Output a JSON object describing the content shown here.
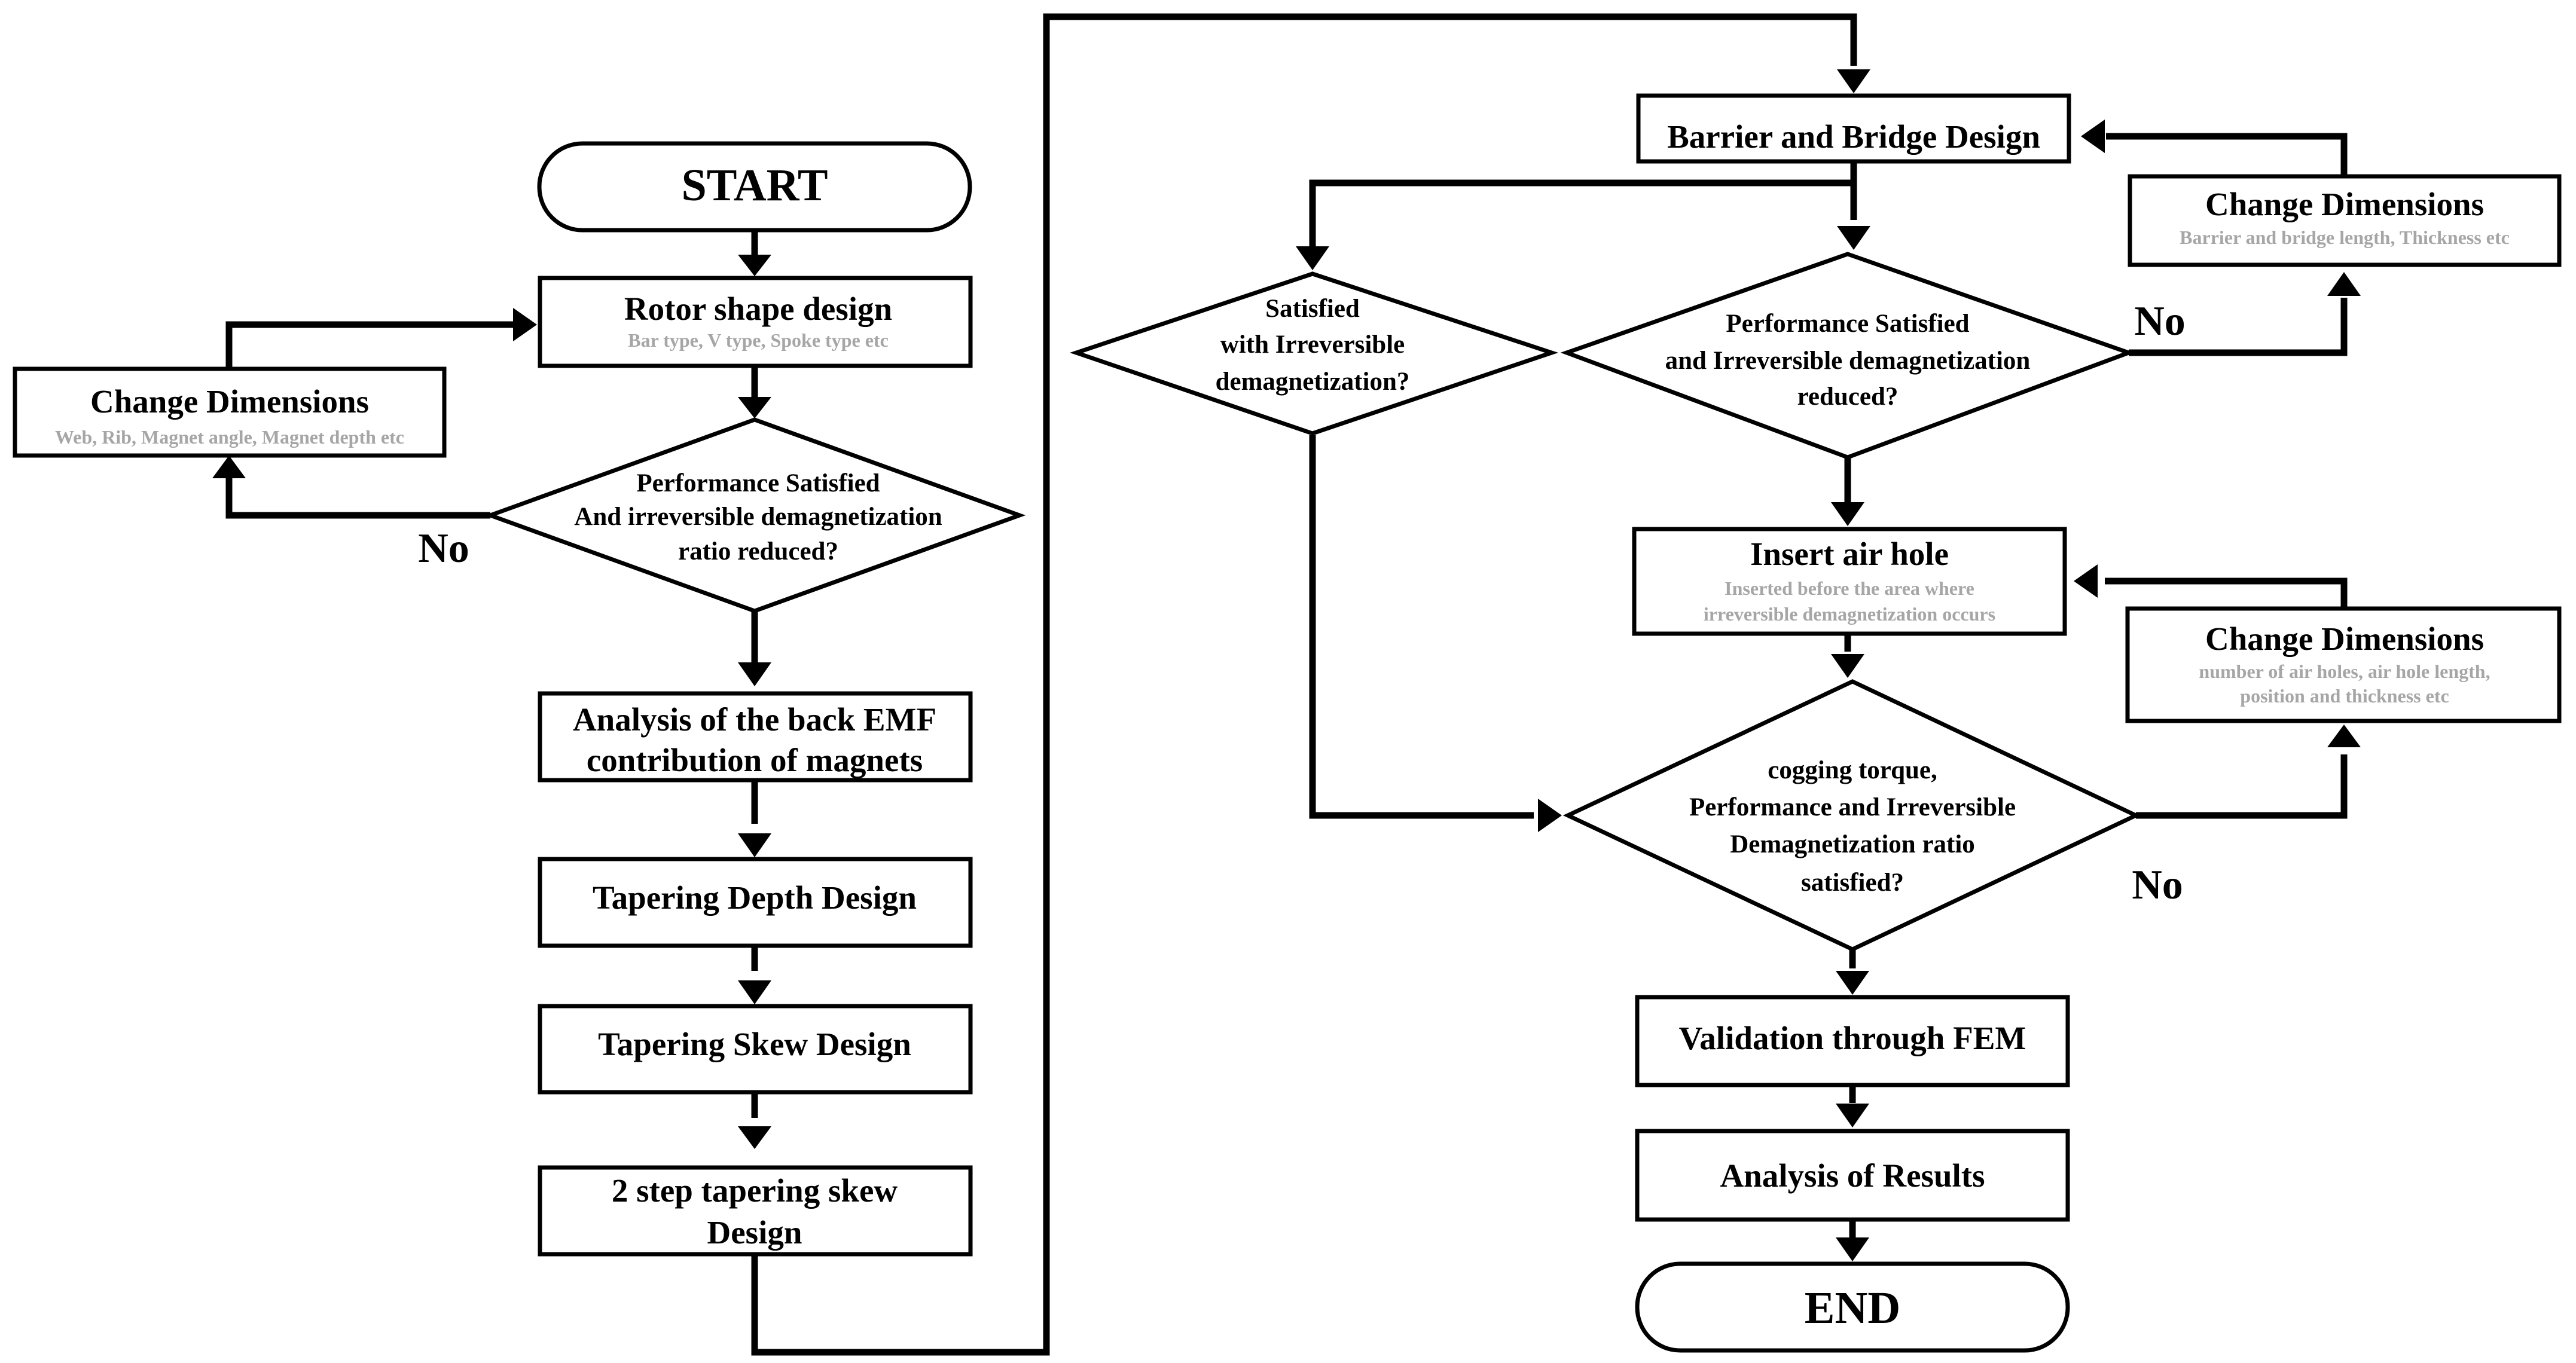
{
  "nodes": {
    "start": {
      "label": "START"
    },
    "rotor_shape": {
      "label": "Rotor shape design",
      "sub": "Bar type, V type, Spoke type etc"
    },
    "change_dims_1": {
      "label": "Change Dimensions",
      "sub": "Web, Rib, Magnet angle, Magnet depth etc"
    },
    "decision_1": {
      "lines": [
        "Performance Satisfied",
        "And irreversible demagnetization",
        "ratio reduced?"
      ]
    },
    "back_emf": {
      "lines": [
        "Analysis of the back EMF",
        "contribution of magnets"
      ]
    },
    "tapering_depth": {
      "label": "Tapering Depth Design"
    },
    "tapering_skew": {
      "label": "Tapering Skew Design"
    },
    "two_step_skew": {
      "lines": [
        "2 step tapering skew",
        "Design"
      ]
    },
    "barrier_bridge": {
      "label": "Barrier and Bridge Design"
    },
    "change_dims_2": {
      "label": "Change Dimensions",
      "sub": "Barrier and bridge length, Thickness etc"
    },
    "decision_satisfied": {
      "lines": [
        "Satisfied",
        "with  Irreversible",
        "demagnetization?"
      ]
    },
    "decision_2": {
      "lines": [
        "Performance Satisfied",
        "and Irreversible demagnetization",
        "reduced?"
      ]
    },
    "insert_air_hole": {
      "label": "Insert air hole",
      "sub_lines": [
        "Inserted before the area where",
        "irreversible demagnetization occurs"
      ]
    },
    "change_dims_3": {
      "label": "Change Dimensions",
      "sub_lines": [
        "number of air holes, air hole length,",
        "position and thickness etc"
      ]
    },
    "decision_3": {
      "lines": [
        "cogging torque,",
        "Performance and Irreversible",
        "Demagnetization ratio",
        "satisfied?"
      ]
    },
    "validation": {
      "label": "Validation through FEM"
    },
    "analysis_results": {
      "label": "Analysis of Results"
    },
    "end": {
      "label": "END"
    }
  },
  "edge_labels": {
    "no_1": "No",
    "no_2": "No",
    "no_3": "No"
  }
}
